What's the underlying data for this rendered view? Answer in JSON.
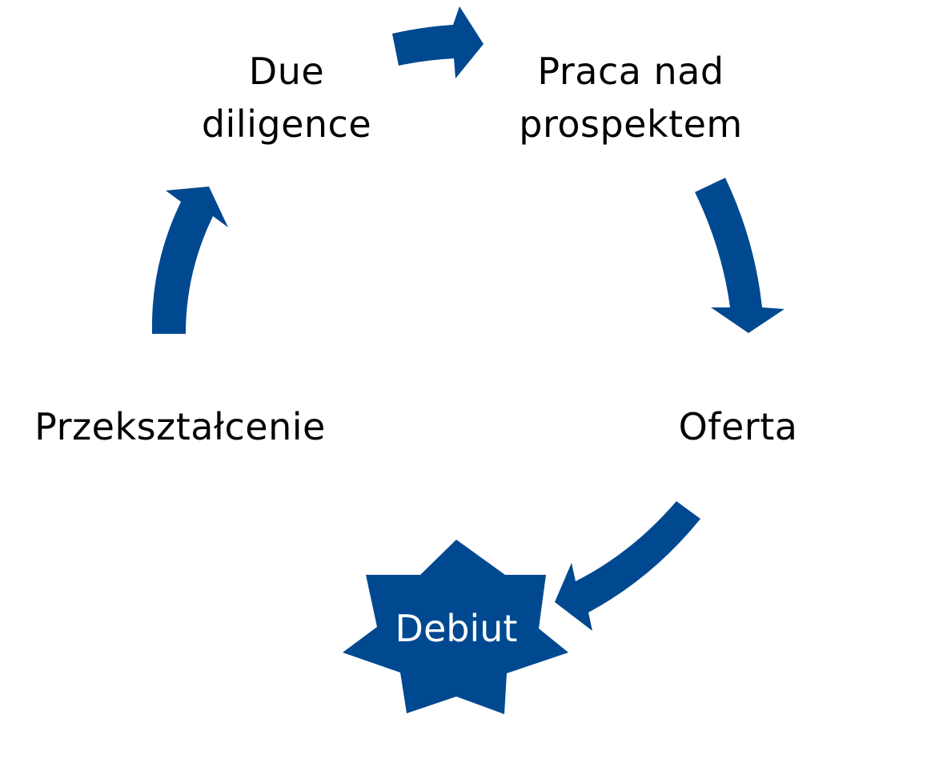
{
  "diagram": {
    "type": "cycle",
    "accent_color": "#004990",
    "text_color": "#000000",
    "center_text_color": "#ffffff",
    "stages": [
      {
        "id": "due-diligence",
        "line1": "Due",
        "line2": "diligence"
      },
      {
        "id": "praca-nad-prospektem",
        "line1": "Praca nad",
        "line2": "prospektem"
      },
      {
        "id": "oferta",
        "line1": "Oferta"
      },
      {
        "id": "przeksztalcenie",
        "line1": "Przekształcenie"
      }
    ],
    "center": {
      "label": "Debiut",
      "shape": "seven-point-star"
    },
    "arrows": [
      {
        "from": "due-diligence",
        "to": "praca-nad-prospektem"
      },
      {
        "from": "praca-nad-prospektem",
        "to": "oferta"
      },
      {
        "from": "oferta",
        "to": "debiut"
      },
      {
        "from": "przeksztalcenie",
        "to": "due-diligence"
      }
    ]
  }
}
